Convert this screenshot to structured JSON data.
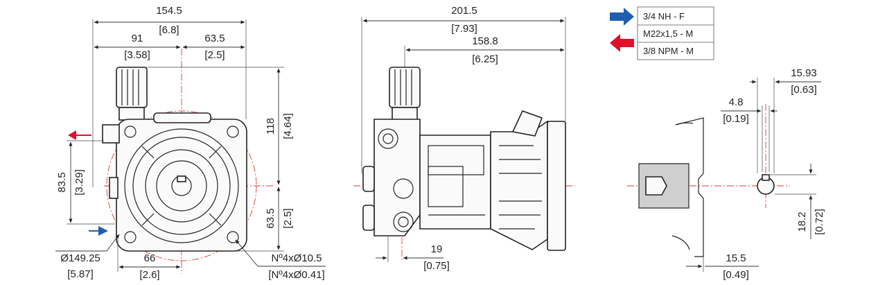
{
  "front_view": {
    "overall_width_mm": "154.5",
    "overall_width_in": "[6.8]",
    "left_offset_mm": "91",
    "left_offset_in": "[3.58]",
    "right_offset_mm": "63.5",
    "right_offset_in": "[2.5]",
    "upper_height_mm": "118",
    "upper_height_in": "[4.64]",
    "lower_height_mm": "63.5",
    "lower_height_in": "[2.5]",
    "port_height_mm": "83.5",
    "port_height_in": "[3.29]",
    "diameter_mm": "Ø149.25",
    "diameter_in": "[5.87]",
    "bottom_width_mm": "66",
    "bottom_width_in": "[2.6]",
    "holes_mm": "Nº4xØ10.5",
    "holes_in": "[Nº4xØ0.41]"
  },
  "side_view": {
    "overall_length_mm": "201.5",
    "overall_length_in": "[7.93]",
    "body_length_mm": "158.8",
    "body_length_in": "[6.25]",
    "inlet_offset_mm": "19",
    "inlet_offset_in": "[0.75]"
  },
  "legend": {
    "inlet_label": "3/4 NH - F",
    "middle_label": "M22x1,5 - M",
    "outlet_label": "3/8 NPM - M",
    "inlet_color": "#1f5fb0",
    "outlet_color": "#e0102a"
  },
  "shaft_detail": {
    "key_width_mm": "4.8",
    "key_width_in": "[0.19]",
    "shaft_dia_mm": "15.93",
    "shaft_dia_in": "[0.63]",
    "key_height_mm": "18.2",
    "key_height_in": "[0.72]",
    "shaft_length_mm": "15.5",
    "shaft_length_in": "[0.49]"
  }
}
